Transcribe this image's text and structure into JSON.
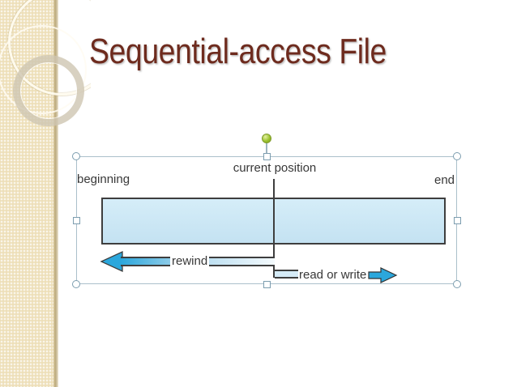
{
  "slide": {
    "title": "Sequential-access File"
  },
  "diagram": {
    "beginning_label": "beginning",
    "current_position_label": "current position",
    "end_label": "end",
    "rewind_label": "rewind",
    "read_or_write_label": "read or write"
  },
  "selection": {
    "handle_shapes": [
      "corner-circle",
      "edge-square",
      "rotation-circle"
    ]
  },
  "colors": {
    "title_text": "#6E2B1E",
    "label_text": "#383838",
    "tape_fill": "#CBE6F4",
    "tape_border": "#3E3E3E",
    "arrow_blue": "#2BA7DC",
    "selection_border": "#ABC0CB",
    "handle_stroke": "#7C9DAF",
    "rotation_handle_green": "#8FBB2C",
    "sidebar_beige": "#EDDFB8"
  }
}
